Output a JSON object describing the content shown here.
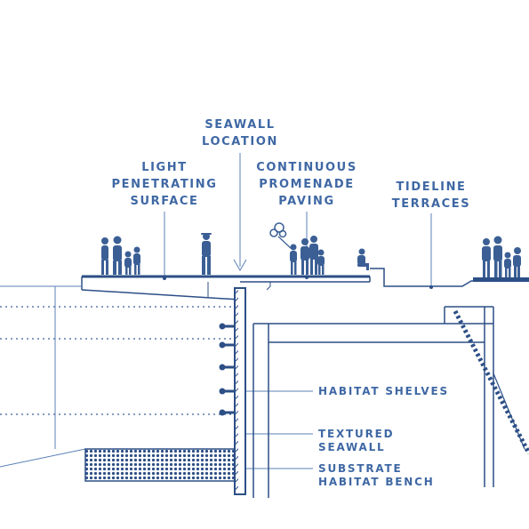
{
  "labels": {
    "seawall_location": [
      "SEAWALL",
      "LOCATION"
    ],
    "light_penetrating_surface": [
      "LIGHT",
      "PENETRATING",
      "SURFACE"
    ],
    "continuous_promenade_paving": [
      "CONTINUOUS",
      "PROMENADE",
      "PAVING"
    ],
    "tideline_terraces": [
      "TIDELINE",
      "TERRACES"
    ],
    "habitat_shelves": "HABITAT SHELVES",
    "textured_seawall": [
      "TEXTURED",
      "SEAWALL"
    ],
    "substrate_habitat_bench": [
      "SUBSTRATE",
      "HABITAT BENCH"
    ]
  },
  "colors": {
    "ink": "#2c4f86",
    "label": "#3f68a4",
    "background": "#ffffff"
  }
}
